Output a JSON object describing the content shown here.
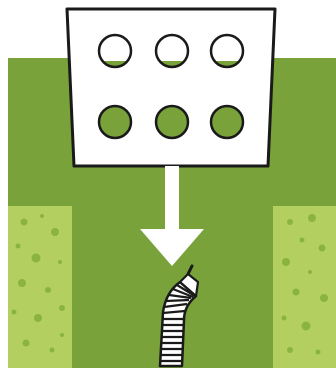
{
  "diagram": {
    "colors": {
      "background": "#ffffff",
      "ground": "#79a33a",
      "soil": "#b3cf5f",
      "soil_speckle": "#8bb33f",
      "panel_fill": "#ffffff",
      "outline": "#1a1a1a",
      "circle_fill": "#79a33a",
      "arrow_fill": "#ffffff",
      "pipe_coil": "#ffffff",
      "pipe_stroke": "#1a1a1a"
    },
    "panel": {
      "circle_rows": [
        {
          "row": "top",
          "count": 3,
          "fill_level": 0.35
        },
        {
          "row": "bottom",
          "count": 3,
          "fill_level": 1.0
        }
      ]
    },
    "icons": {
      "arrow": "down-arrow-icon",
      "pipe": "coiled-pipe-icon",
      "panel": "filter-panel-icon"
    }
  }
}
